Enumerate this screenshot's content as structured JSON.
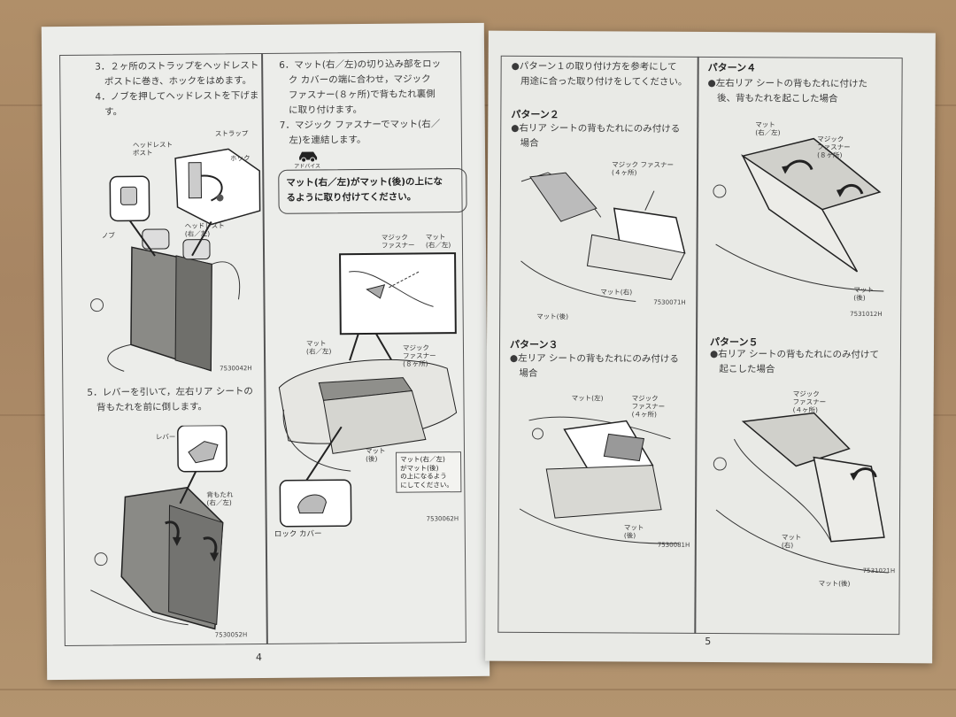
{
  "left_page": {
    "col1": {
      "step3": "3．２ヶ所のストラップをヘッドレスト\n　ポストに巻き、ホックをはめます。",
      "step4": "4．ノブを押してヘッドレストを下げま\n　す。",
      "fig1_labels": {
        "headrest_post": "ヘッドレスト\nポスト",
        "strap": "ストラップ",
        "hook": "ホック",
        "knob": "ノブ",
        "headrest": "ヘッドレスト\n(右／左)"
      },
      "fig1_code": "7530042H",
      "step5": "5．レバーを引いて，左右リア シートの\n　背もたれを前に倒します。",
      "fig2_labels": {
        "lever": "レバー",
        "seatback": "背もたれ\n(右／左)"
      },
      "fig2_code": "7530052H"
    },
    "col2": {
      "step6": "6．マット(右／左)の切り込み部をロッ\n　ク カバーの端に合わせ，マジック\n　ファスナー(８ヶ所)で背もたれ裏側\n　に取り付けます。",
      "step7": "7．マジック ファスナーでマット(右／\n　左)を連結します。",
      "advice_label": "アドバイス",
      "advice": "マット(右／左)がマット(後)の上にな\nるように取り付けてください。",
      "fig3_labels": {
        "magic_fastener_top": "マジック\nファスナー",
        "mat_rl_top": "マット\n(右／左)",
        "mat_rl": "マット\n(右／左)",
        "magic_fastener_8": "マジック\nファスナー\n(８ヶ所)",
        "mat_rear": "マット\n(後)",
        "lock_cover": "ロック カバー",
        "callout": "マット(右／左)\nがマット(後)\nの上になるよう\nにしてください。"
      },
      "fig3_code": "7530062H"
    },
    "page_number": "4"
  },
  "right_page": {
    "intro": "●パターン１の取り付け方を参考にして\n　用途に合った取り付けをしてください。",
    "pattern2": {
      "title": "パターン２",
      "desc": "●右リア シートの背もたれにのみ付ける\n　場合",
      "labels": {
        "magic_fastener": "マジック ファスナー\n(４ヶ所)",
        "mat_right": "マット(右)",
        "mat_rear": "マット(後)"
      },
      "code": "7530071H"
    },
    "pattern3": {
      "title": "パターン３",
      "desc": "●左リア シートの背もたれにのみ付ける\n　場合",
      "labels": {
        "mat_left": "マット(左)",
        "magic_fastener": "マジック\nファスナー\n(４ヶ所)",
        "mat_rear": "マット\n(後)"
      },
      "code": "7530081H"
    },
    "pattern4": {
      "title": "パターン４",
      "desc": "●左右リア シートの背もたれに付けた\n　後、背もたれを起こした場合",
      "labels": {
        "mat_rl": "マット\n(右／左)",
        "magic_fastener": "マジック\nファスナー\n(８ヶ所)",
        "mat_rear": "マット\n(後)"
      },
      "code": "7531012H"
    },
    "pattern5": {
      "title": "パターン５",
      "desc": "●右リア シートの背もたれにのみ付けて\n　起こした場合",
      "labels": {
        "magic_fastener": "マジック\nファスナー\n(４ヶ所)",
        "mat_right": "マット\n(右)",
        "mat_rear": "マット(後)"
      },
      "code": "7531021H"
    },
    "page_number": "5"
  }
}
